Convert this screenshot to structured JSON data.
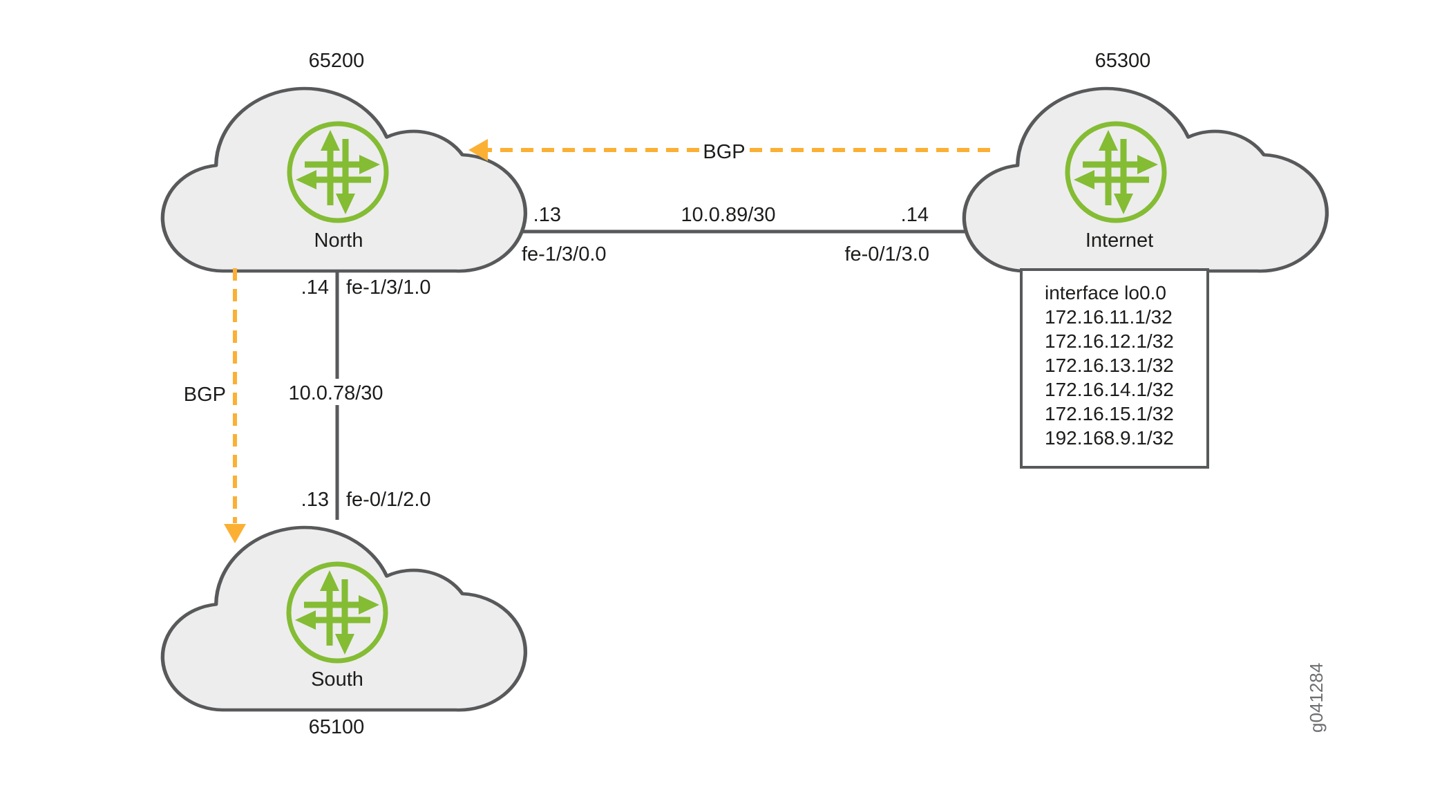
{
  "diagram": {
    "figure_code": "g041284",
    "colors": {
      "orange": "#fbb034",
      "green": "#84bc34",
      "line": "#58595b",
      "cloud": "#ededed",
      "text": "#1c1c1b",
      "code": "#6e6f72"
    },
    "nodes": {
      "north": {
        "label": "North",
        "as_number": "65200"
      },
      "internet": {
        "label": "Internet",
        "as_number": "65300"
      },
      "south": {
        "label": "South",
        "as_number": "65100"
      }
    },
    "links": {
      "north_internet": {
        "subnet": "10.0.89/30",
        "left_ip": ".13",
        "left_interface": "fe-1/3/0.0",
        "right_ip": ".14",
        "right_interface": "fe-0/1/3.0"
      },
      "north_south": {
        "subnet": "10.0.78/30",
        "top_ip": ".14",
        "top_interface": "fe-1/3/1.0",
        "bottom_ip": ".13",
        "bottom_interface": "fe-0/1/2.0"
      }
    },
    "bgp": {
      "internet_to_north_label": "BGP",
      "north_to_south_label": "BGP"
    },
    "loopback_box": {
      "lines": [
        "interface lo0.0",
        "172.16.11.1/32",
        "172.16.12.1/32",
        "172.16.13.1/32",
        "172.16.14.1/32",
        "172.16.15.1/32",
        "192.168.9.1/32"
      ]
    }
  }
}
